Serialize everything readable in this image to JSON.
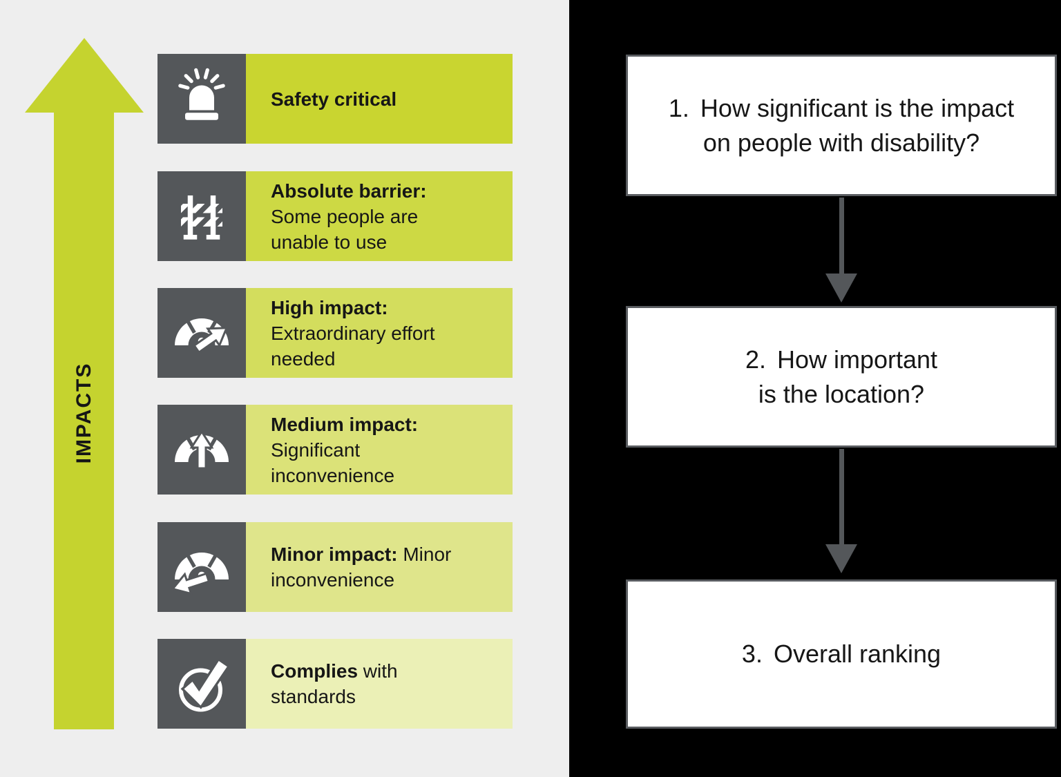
{
  "left_panel": {
    "axis_label": "IMPACTS",
    "rows": [
      {
        "icon": "siren-icon",
        "bold": "Safety critical",
        "inline_rest": "",
        "block_rest": "",
        "color": "#c9d530"
      },
      {
        "icon": "barrier-icon",
        "bold": "Absolute barrier:",
        "inline_rest": "",
        "block_rest": "Some people are\nunable to use",
        "color": "#cdd944"
      },
      {
        "icon": "gauge-high-icon",
        "bold": "High impact:",
        "inline_rest": "",
        "block_rest": "Extraordinary effort\nneeded",
        "color": "#d3dd5d"
      },
      {
        "icon": "gauge-medium-icon",
        "bold": "Medium impact:",
        "inline_rest": "",
        "block_rest": "Significant\ninconvenience",
        "color": "#dbe278"
      },
      {
        "icon": "gauge-low-icon",
        "bold": "Minor impact:",
        "inline_rest": " Minor",
        "block_rest": "inconvenience",
        "color": "#dfe58b"
      },
      {
        "icon": "check-circle-icon",
        "bold": "Complies",
        "inline_rest": " with",
        "block_rest": "standards",
        "color": "#ebf0b6"
      }
    ]
  },
  "flowchart": {
    "steps": [
      {
        "number": "1.",
        "line1": "How significant is the impact",
        "line2": "on people with disability?"
      },
      {
        "number": "2.",
        "line1": "How important",
        "line2": "is the location?"
      },
      {
        "number": "3.",
        "line1": "Overall ranking",
        "line2": ""
      }
    ]
  },
  "colors": {
    "background": "#eeeeee",
    "panel_black": "#000000",
    "arrow_green": "#c5d32f",
    "icon_box_gray": "#54575a",
    "box_border_gray": "#595c60",
    "connector_gray": "#54575a",
    "text_black": "#161616",
    "box_white": "#ffffff"
  }
}
